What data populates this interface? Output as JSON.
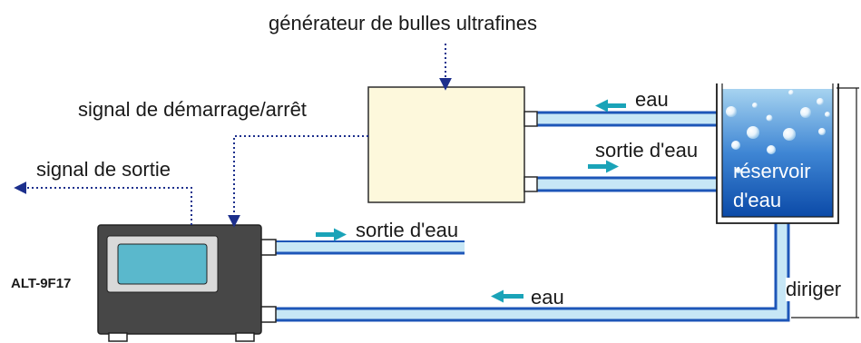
{
  "labels": {
    "generator": "générateur de bulles ultrafines",
    "start_stop_signal": "signal de démarrage/arrêt",
    "output_signal": "signal de sortie",
    "water_top": "eau",
    "water_outlet_top": "sortie d'eau",
    "water_outlet_bottom": "sortie d'eau",
    "water_bottom": "eau",
    "device_model": "ALT-9F17",
    "reservoir_line1": "réservoir",
    "reservoir_line2": "d'eau",
    "direct": "diriger"
  },
  "colors": {
    "generator_fill": "#fdf8dc",
    "device_body": "#474747",
    "screen_fill": "#5ab8cc",
    "pipe_light": "#c7e7f6",
    "pipe_dark": "#1d56b8",
    "arrow_teal": "#1aa3b8",
    "signal_line": "#1c2f8c",
    "water_top": "#8cc4ea",
    "water_bottom": "#0d4fb0"
  }
}
